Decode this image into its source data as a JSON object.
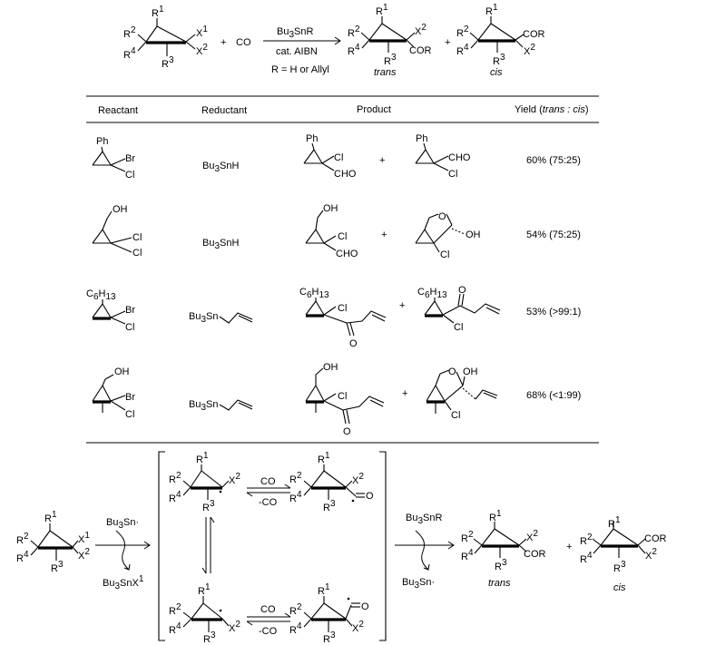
{
  "general": {
    "r1": "R",
    "r1s": "1",
    "r2": "R",
    "r2s": "2",
    "r3": "R",
    "r3s": "3",
    "r4": "R",
    "r4s": "4",
    "x1": "X",
    "x1s": "1",
    "x2": "X",
    "x2s": "2",
    "plus": "+",
    "co": "CO",
    "cor": "COR",
    "reagent_a": "Bu",
    "reagent_a_sub": "3",
    "reagent_a_end": "SnR",
    "reagent_b": "cat. AIBN",
    "reagent_c": "R = H or Allyl",
    "trans": "trans",
    "cis": "cis"
  },
  "table": {
    "headers": {
      "reactant": "Reactant",
      "reductant": "Reductant",
      "product": "Product",
      "yield_pre": "Yield (",
      "yield_it": "trans : cis",
      "yield_post": ")"
    },
    "rows": [
      {
        "reductant": "Bu3SnH",
        "yield": "60% (75:25)"
      },
      {
        "reductant": "Bu3SnH",
        "yield": "54% (75:25)"
      },
      {
        "reductant": "Bu3Sn",
        "yield": "53% (>99:1)"
      },
      {
        "reductant": "Bu3Sn",
        "yield": "68% (<1:99)"
      }
    ],
    "atoms": {
      "ph": "Ph",
      "br": "Br",
      "cl": "Cl",
      "cho": "CHO",
      "oh": "OH",
      "o": "O",
      "c6h13_a": "C",
      "c6h13_b": "6",
      "c6h13_c": "H",
      "c6h13_d": "13",
      "bu": "Bu",
      "bu_sub": "3",
      "sn": "Sn"
    }
  },
  "mechanism": {
    "bu3sn_radical": "Bu3Sn·",
    "bu3snx1": "Bu3SnX1",
    "bu3snr": "Bu3SnR",
    "co": "CO",
    "minus_co": "-CO"
  }
}
